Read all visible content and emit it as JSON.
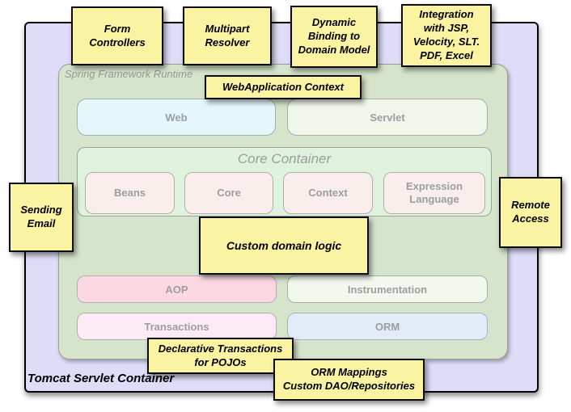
{
  "containers": {
    "outer_label": "Tomcat Servlet Container",
    "runtime_label": "Spring Framework Runtime",
    "core_title": "Core Container"
  },
  "modules": {
    "web": "Web",
    "servlet": "Servlet",
    "beans": "Beans",
    "core": "Core",
    "context": "Context",
    "expression_language": "Expression\nLanguage",
    "aop": "AOP",
    "instrumentation": "Instrumentation",
    "transactions": "Transactions",
    "orm": "ORM"
  },
  "notes": {
    "form_controllers": "Form\nControllers",
    "multipart_resolver": "Multipart\nResolver",
    "dynamic_binding": "Dynamic\nBinding to\nDomain Model",
    "view_integration": "Integration\nwith JSP,\nVelocity, SLT.\nPDF, Excel",
    "webapplication_context": "WebApplication Context",
    "sending_email": "Sending\nEmail",
    "remote_access": "Remote\nAccess",
    "custom_domain_logic": "Custom domain logic",
    "declarative_transactions": "Declarative Transactions\nfor POJOs",
    "orm_mappings": "ORM Mappings\nCustom DAO/Repositories"
  },
  "colors": {
    "outer-bg": "#dedcf6",
    "runtime-bg": "#d5e4cb",
    "core-bg": "#dff2de",
    "web-bg": "#e4f8fc",
    "servlet-bg": "#f1f6ec",
    "subbox-bg": "#faeeec",
    "aop-bg": "#fbd8e2",
    "instrumentation-bg": "#f3f8ee",
    "transactions-bg": "#fcebf4",
    "orm-bg": "#e3ebf8",
    "note-bg": "#f9f3a2",
    "label-gray": "#9b9fa0"
  }
}
